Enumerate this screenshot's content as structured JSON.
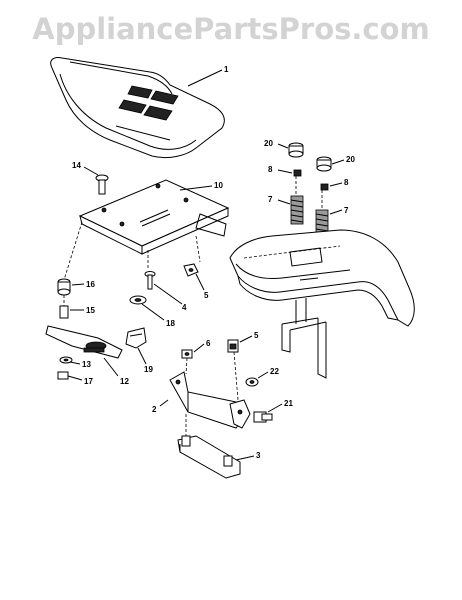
{
  "watermark": "AppliancePartsPros.com",
  "callouts": {
    "c1": "1",
    "c2": "2",
    "c3": "3",
    "c4": "4",
    "c5a": "5",
    "c5b": "5",
    "c6": "6",
    "c7a": "7",
    "c7b": "7",
    "c8a": "8",
    "c8b": "8",
    "c10": "10",
    "c12": "12",
    "c13": "13",
    "c14": "14",
    "c15": "15",
    "c16": "16",
    "c17": "17",
    "c18": "18",
    "c19": "19",
    "c20a": "20",
    "c20b": "20",
    "c21": "21",
    "c22": "22"
  }
}
